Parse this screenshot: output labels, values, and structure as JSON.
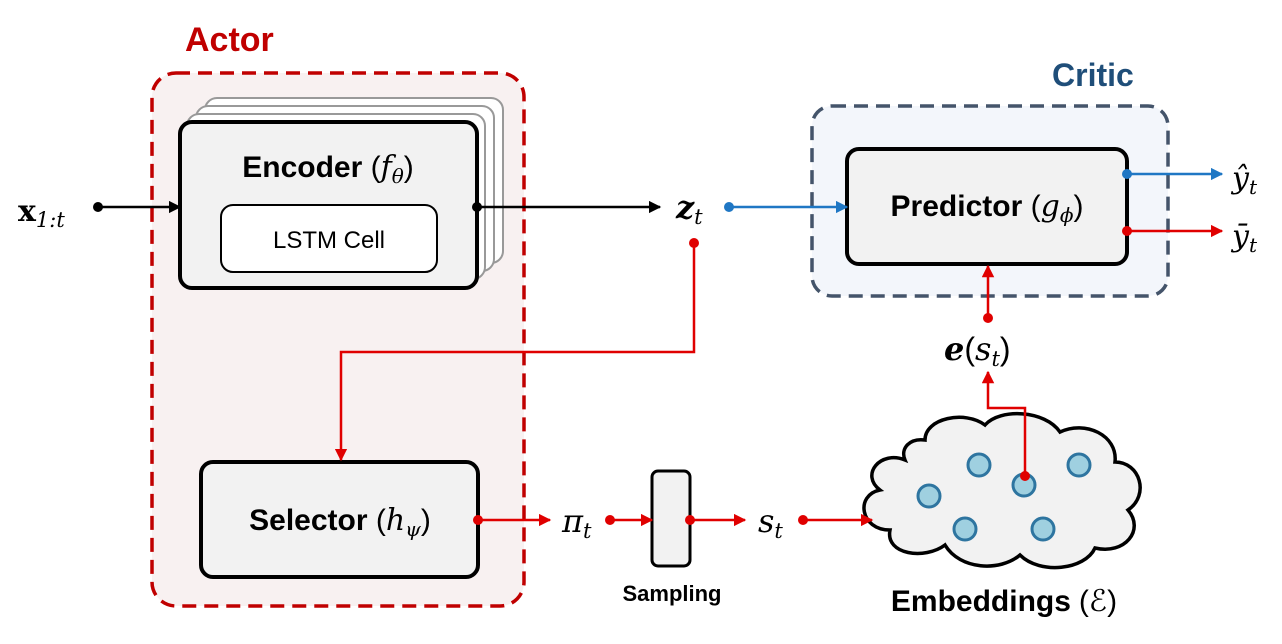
{
  "actor": {
    "title": "Actor",
    "color": "#c00000",
    "fill": "#f8f1f1"
  },
  "critic": {
    "title": "Critic",
    "color": "#1f4e79",
    "border": "#44546a",
    "fill": "#f3f6fb"
  },
  "encoder": {
    "label": "Encoder",
    "fn": "f",
    "sub": "θ",
    "inner": "LSTM Cell"
  },
  "selector": {
    "label": "Selector",
    "fn": "h",
    "sub": "ψ"
  },
  "predictor": {
    "label": "Predictor",
    "fn": "g",
    "sub": "ϕ"
  },
  "sampling": {
    "label": "Sampling"
  },
  "embeddings": {
    "label": "Embeddings",
    "symbol": "(ℰ)"
  },
  "vars": {
    "x_main": "x",
    "x_sub": "1:t",
    "z_main": "z",
    "z_sub": "t",
    "pi_main": "π",
    "pi_sub": "t",
    "s_main": "s",
    "s_sub": "t",
    "e_main": "e",
    "e_open": "(",
    "e_s": "s",
    "e_sub": "t",
    "e_close": ")",
    "yhat_main": "ŷ",
    "yhat_sub": "t",
    "ybar_main": "ȳ",
    "ybar_sub": "t"
  },
  "colors": {
    "black": "#000000",
    "red": "#e00000",
    "blue": "#1f77c4",
    "box_fill": "#f2f2f2",
    "dot_fill": "#9fd0e0",
    "dot_stroke": "#2e75a0"
  }
}
